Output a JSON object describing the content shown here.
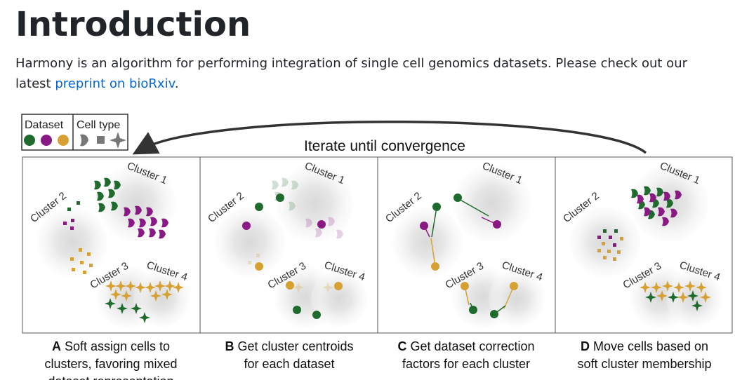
{
  "page": {
    "title": "Introduction",
    "intro_text": "Harmony is an algorithm for performing integration of single cell genomics datasets. Please check out our latest ",
    "intro_link": "preprint on bioRxiv",
    "intro_end": "."
  },
  "figure": {
    "legend": {
      "dataset_label": "Dataset",
      "celltype_label": "Cell type"
    },
    "iterate_label": "Iterate until convergence",
    "cluster_labels": [
      "Cluster 1",
      "Cluster 2",
      "Cluster 3",
      "Cluster 4"
    ],
    "panels": [
      {
        "letter": "A",
        "line1": "Soft assign cells to",
        "line2": "clusters, favoring mixed",
        "line3": "dataset representation"
      },
      {
        "letter": "B",
        "line1": "Get cluster centroids",
        "line2": "for each dataset",
        "line3": ""
      },
      {
        "letter": "C",
        "line1": "Get dataset correction",
        "line2": "factors for each cluster",
        "line3": ""
      },
      {
        "letter": "D",
        "line1": "Move cells based on",
        "line2": "soft cluster membership",
        "line3": ""
      }
    ],
    "colors": {
      "green": "#1f6b2e",
      "purple": "#8a1a83",
      "gold": "#d6a132",
      "gray": "#777777"
    }
  }
}
